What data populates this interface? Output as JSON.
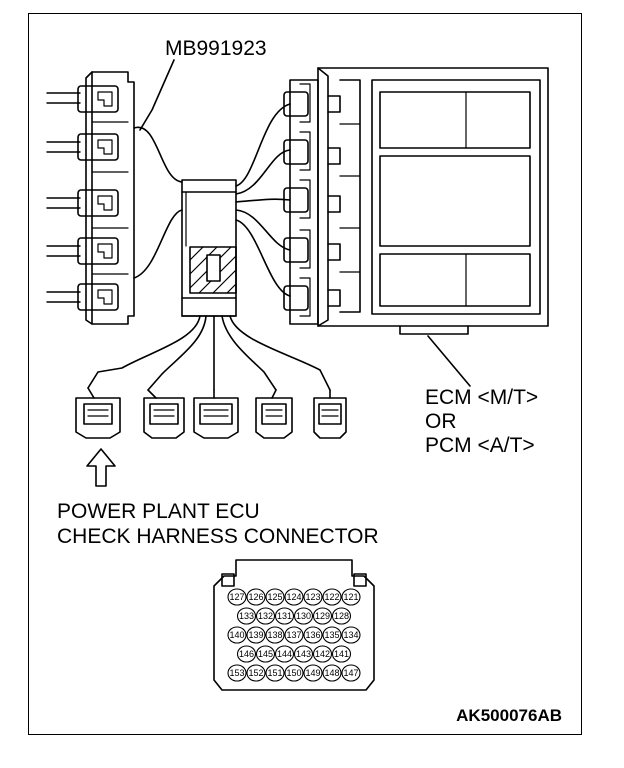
{
  "tool_label": "MB991923",
  "ecm_label": {
    "line1": "ECM <M/T>",
    "line2": "OR",
    "line3": "PCM <A/T>"
  },
  "connector_label": {
    "line1": "POWER PLANT ECU",
    "line2": "CHECK HARNESS CONNECTOR"
  },
  "figure_code": "AK500076AB",
  "pin_rows": [
    [
      "127",
      "126",
      "125",
      "124",
      "123",
      "122",
      "121"
    ],
    [
      "133",
      "132",
      "131",
      "130",
      "129",
      "128"
    ],
    [
      "140",
      "139",
      "138",
      "137",
      "136",
      "135",
      "134"
    ],
    [
      "146",
      "145",
      "144",
      "143",
      "142",
      "141"
    ],
    [
      "153",
      "152",
      "151",
      "150",
      "149",
      "148",
      "147"
    ]
  ]
}
